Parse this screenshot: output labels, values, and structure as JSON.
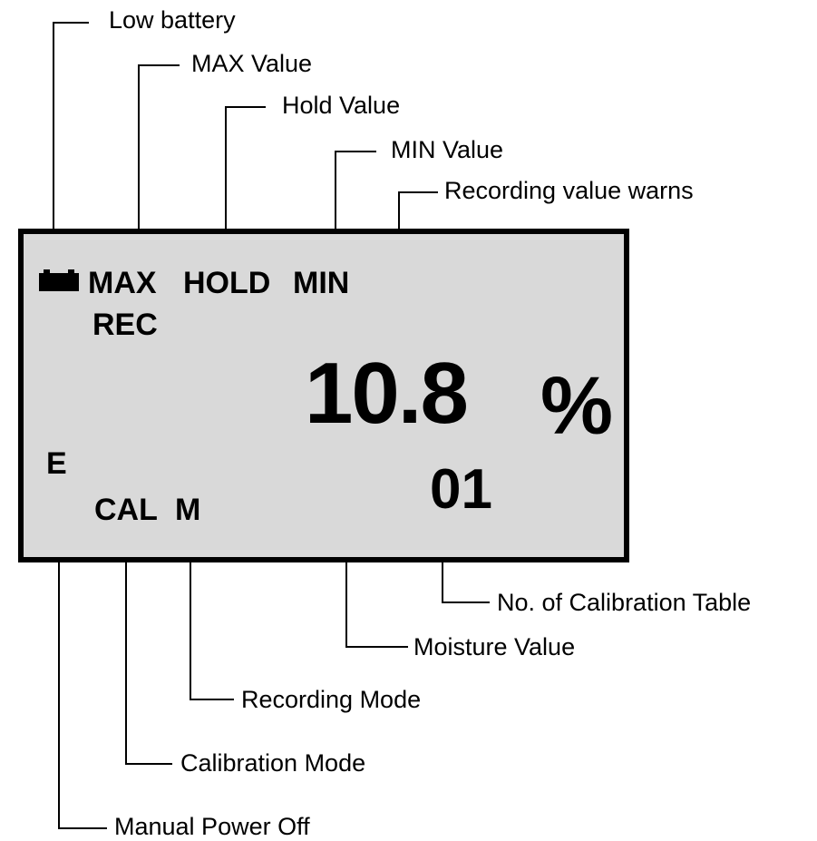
{
  "lcd": {
    "battery_icon": "battery-icon",
    "max": "MAX",
    "hold": "HOLD",
    "min": "MIN",
    "rec": "REC",
    "reading_value": "10.8",
    "reading_unit": "%",
    "table_no": "01",
    "manual_off": "E",
    "cal": "CAL",
    "mode": "M",
    "background_color": "#d9d9d9"
  },
  "callouts": {
    "low_battery": "Low battery",
    "max_value": "MAX Value",
    "hold_value": "Hold Value",
    "min_value": "MIN Value",
    "recording_value_warns": "Recording value warns",
    "calibration_table_no": "No. of Calibration Table",
    "moisture_value": "Moisture Value",
    "recording_mode": "Recording Mode",
    "calibration_mode": "Calibration Mode",
    "manual_power_off": "Manual Power Off"
  }
}
